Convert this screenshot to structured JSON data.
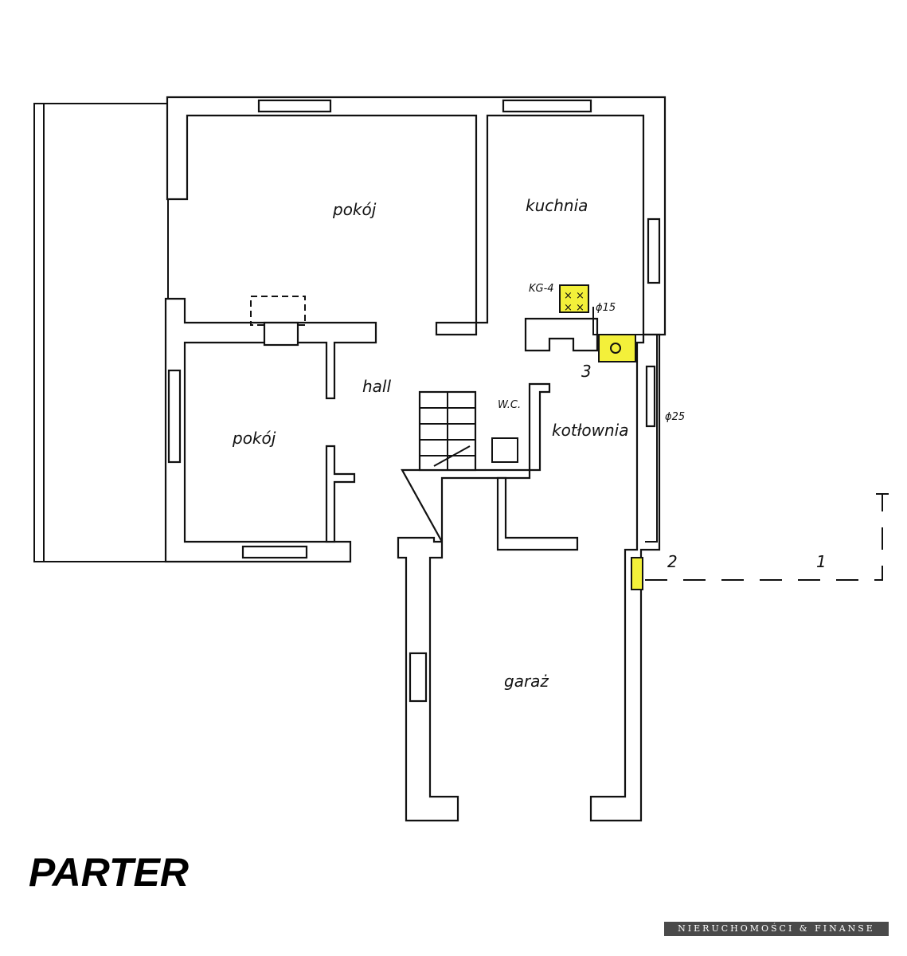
{
  "title": "PARTER",
  "watermark": "NIERUCHOMOŚCI & FINANSE",
  "rooms": {
    "living_room": "pokój",
    "kitchen": "kuchnia",
    "hall": "hall",
    "room": "pokój",
    "wc": "W.C.",
    "boiler_room": "kotłownia",
    "garage": "garaż"
  },
  "annotations": {
    "stove": "KG-4",
    "pipe_small": "ϕ15",
    "pipe_large": "ϕ25",
    "point_1": "1",
    "point_2": "2",
    "point_3": "3"
  },
  "colors": {
    "highlight": "#f3f03a",
    "line": "#111111"
  }
}
